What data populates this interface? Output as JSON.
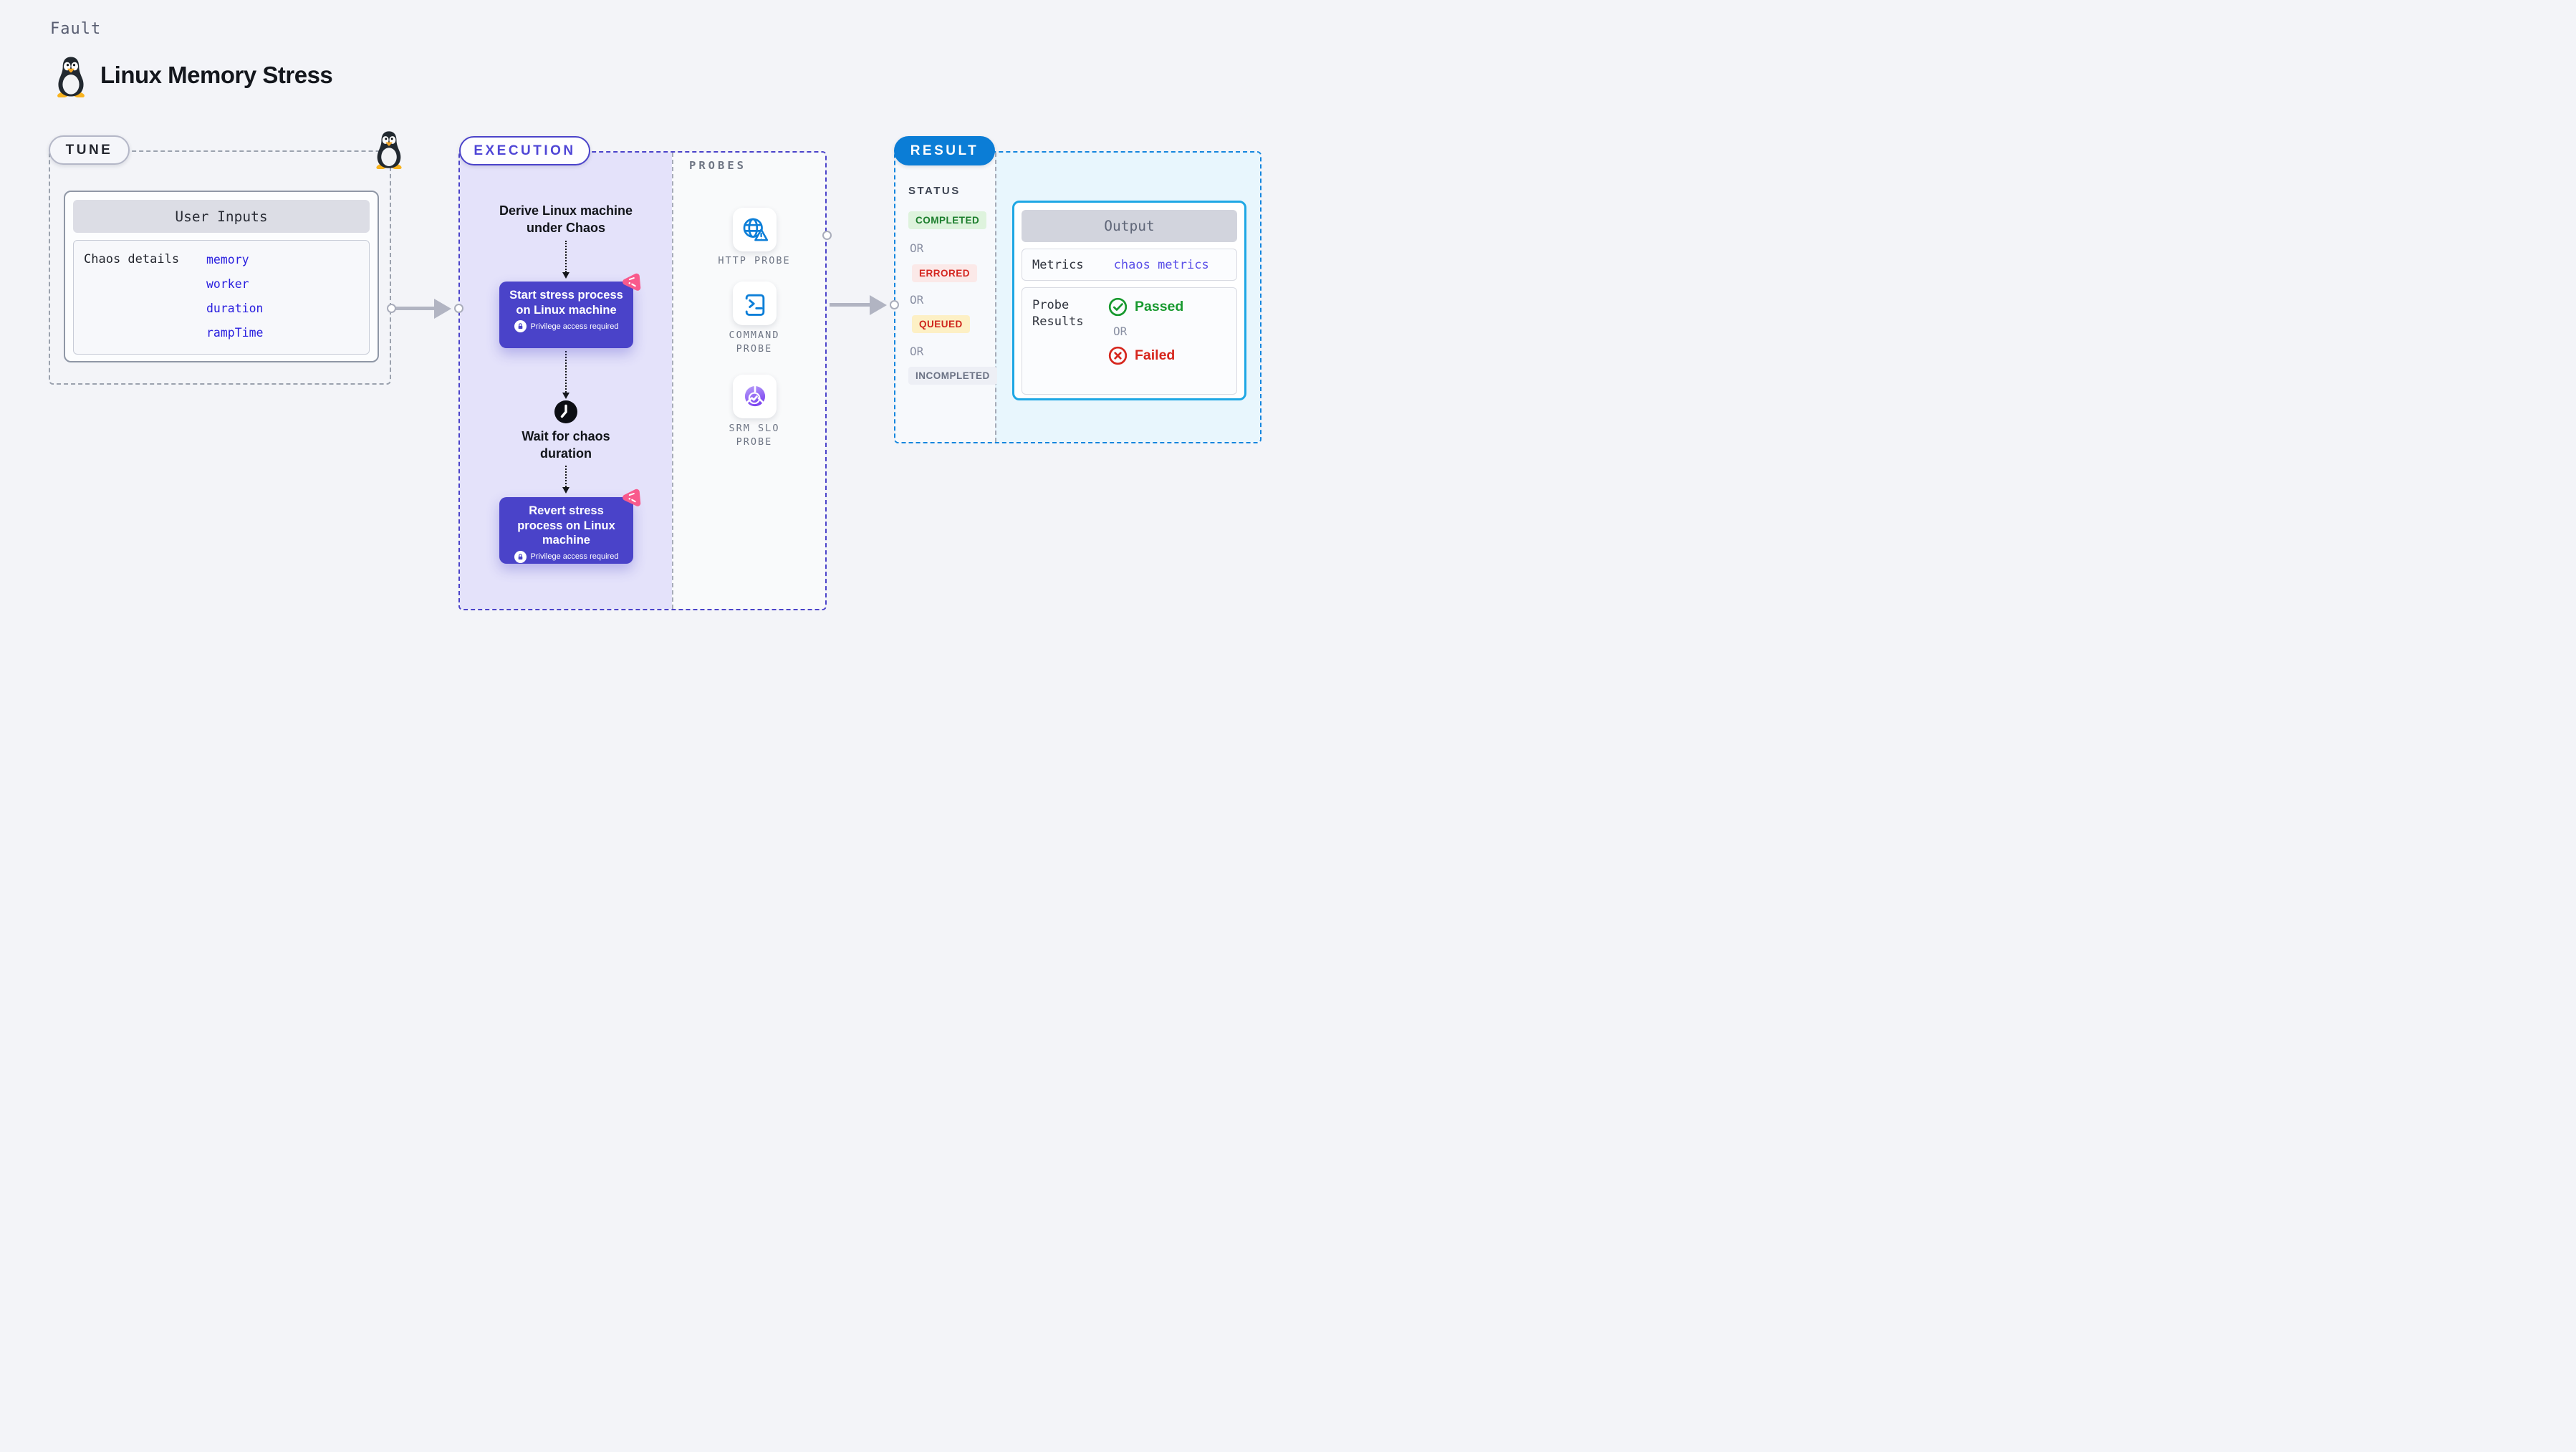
{
  "page": {
    "kicker": "Fault",
    "title": "Linux Memory Stress"
  },
  "tune": {
    "badge": "TUNE",
    "card_title": "User Inputs",
    "row_label": "Chaos details",
    "values": [
      "memory",
      "worker",
      "duration",
      "rampTime"
    ]
  },
  "execution": {
    "badge": "EXECUTION",
    "derive_label": "Derive Linux machine under Chaos",
    "start_label": "Start stress process on Linux machine",
    "wait_label": "Wait for chaos duration",
    "revert_label": "Revert stress process on Linux machine",
    "privilege_note": "Privilege access required"
  },
  "probes": {
    "label": "PROBES",
    "items": [
      {
        "label": "HTTP PROBE",
        "icon": "globe-alert-icon"
      },
      {
        "label": "COMMAND PROBE",
        "icon": "terminal-icon"
      },
      {
        "label": "SRM SLO PROBE",
        "icon": "slo-pie-check-icon"
      }
    ]
  },
  "result": {
    "badge": "RESULT",
    "status_label": "STATUS",
    "or_label": "OR",
    "statuses": [
      {
        "label": "COMPLETED",
        "bg": "#def3dd",
        "text": "#1c7e2d"
      },
      {
        "label": "ERRORED",
        "bg": "#fbe9e8",
        "text": "#d42620"
      },
      {
        "label": "QUEUED",
        "bg": "#fdf0c5",
        "text": "#ce231b"
      },
      {
        "label": "INCOMPLETED",
        "bg": "#edeff5",
        "text": "#6b7284"
      }
    ],
    "output": {
      "title": "Output",
      "metrics_label": "Metrics",
      "metrics_value": "chaos metrics",
      "probe_results_label": "Probe Results",
      "passed_label": "Passed",
      "failed_label": "Failed"
    }
  },
  "colors": {
    "page_bg": "#f3f4f8",
    "indigo_accent": "#4b43ca",
    "node_fill": "#4a43c9",
    "lavender_bg": "#e4e2fa",
    "pink_marker": "#f85a8c",
    "result_blue": "#0b7dd6",
    "result_dash_blue": "#1486de",
    "output_border_cyan": "#1ea7e4",
    "output_area_bg": "#e8f6fd",
    "success_green": "#17992e",
    "error_red": "#d6261d",
    "value_link_blue": "#2a20df",
    "metrics_link_indigo": "#5a4fe8",
    "probe_icon_blue": "#0d7fd8",
    "srm_icon_purple": "#8a5cf5",
    "arrow_gray": "#b1b4c2"
  }
}
